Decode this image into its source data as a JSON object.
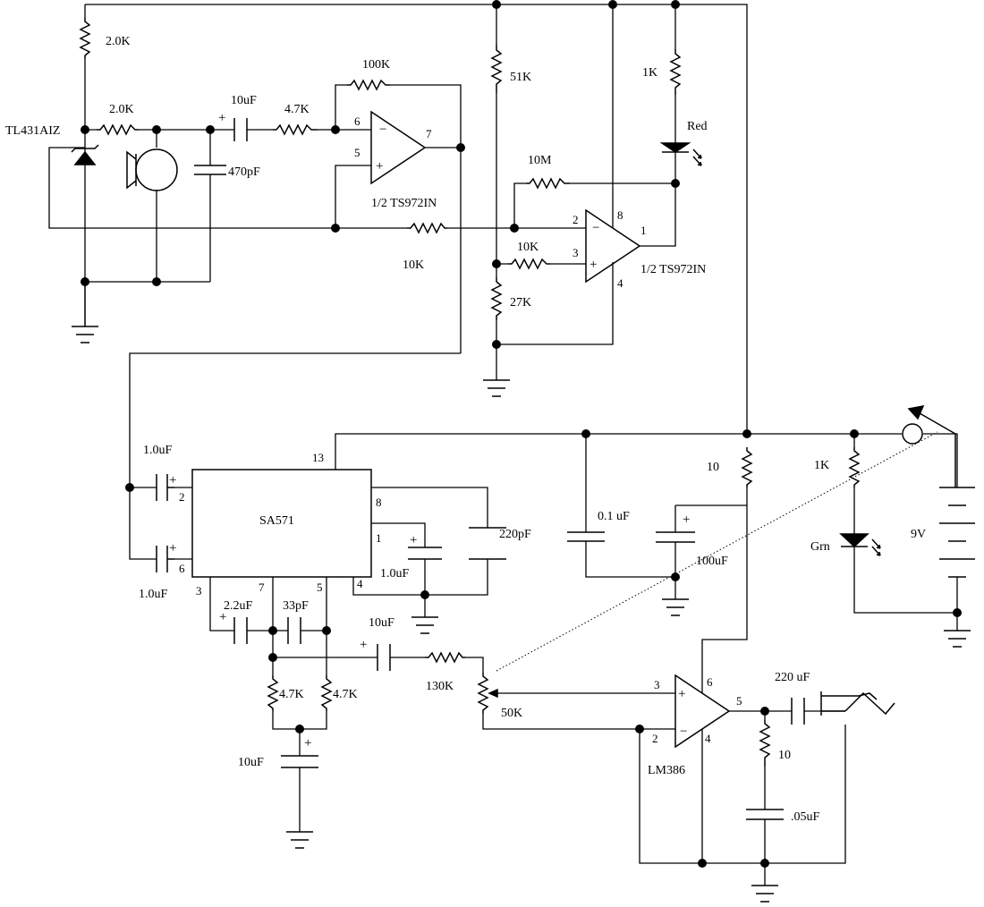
{
  "labels": {
    "r_ref_top": "2.0K",
    "tl431": "TL431AIZ",
    "r_mic": "2.0K",
    "c_in_1": "10uF",
    "r_in_1": "4.7K",
    "r_fb_1": "100K",
    "c_470": "470pF",
    "opamp1": "1/2 TS972IN",
    "r_10k_a": "10K",
    "r_51k": "51K",
    "r_1k_led": "1K",
    "led_red": "Red",
    "r_10m": "10M",
    "r_10k_b": "10K",
    "r_27k": "27K",
    "opamp2": "1/2 TS972IN",
    "c_sa_in2": "1.0uF",
    "c_sa_in6": "1.0uF",
    "sa571": "SA571",
    "c_1uf_sa": "1.0uF",
    "c_220p": "220pF",
    "c_01": "0.1 uF",
    "c_100u": "100uF",
    "r_10_supply": "10",
    "r_1k_grn": "1K",
    "led_grn": "Grn",
    "battery": "9V",
    "c_2u2": "2.2uF",
    "c_33p": "33pF",
    "c_10u_out": "10uF",
    "r_47_a": "4.7K",
    "r_47_b": "4.7K",
    "c_10u_gnd": "10uF",
    "r_130k": "130K",
    "pot_50k": "50K",
    "lm386": "LM386",
    "c_220u": "220 uF",
    "r_10_zobel": "10",
    "c_05": ".05uF"
  },
  "pins": {
    "u1_6": "6",
    "u1_5": "5",
    "u1_7": "7",
    "u2_2": "2",
    "u2_3": "3",
    "u2_8": "8",
    "u2_1": "1",
    "u2_4": "4",
    "sa_13": "13",
    "sa_2": "2",
    "sa_6": "6",
    "sa_8": "8",
    "sa_1": "1",
    "sa_4": "4",
    "sa_3": "3",
    "sa_7": "7",
    "sa_5": "5",
    "lm_3": "3",
    "lm_2": "2",
    "lm_6": "6",
    "lm_4": "4",
    "lm_5": "5"
  },
  "signs": {
    "opamp_minus": "−",
    "opamp_plus": "+",
    "cap_plus": "+"
  }
}
